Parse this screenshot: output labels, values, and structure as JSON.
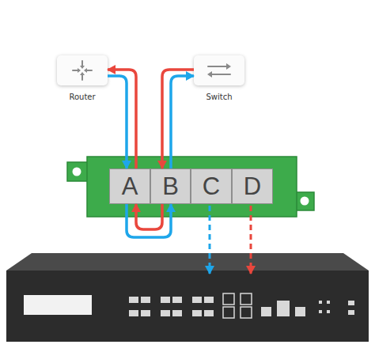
{
  "diagram": {
    "nodes": [
      {
        "text": [
          "Router"
        ]
      },
      {
        "text": [
          "Switch"
        ]
      },
      {
        "text": [
          "A"
        ]
      },
      {
        "text": [
          "B"
        ]
      },
      {
        "text": [
          "C"
        ]
      },
      {
        "text": [
          "D"
        ]
      }
    ],
    "edges": [
      {
        "from": 2,
        "to": 0,
        "arrow": "to"
      },
      {
        "from": 0,
        "to": 2,
        "arrow": "to"
      },
      {
        "from": 3,
        "to": 1,
        "arrow": "to"
      },
      {
        "from": 1,
        "to": 3,
        "arrow": "to"
      },
      {
        "from": 2,
        "to": 3,
        "arrow": "to"
      },
      {
        "from": 3,
        "to": 2,
        "arrow": "to"
      }
    ]
  }
}
